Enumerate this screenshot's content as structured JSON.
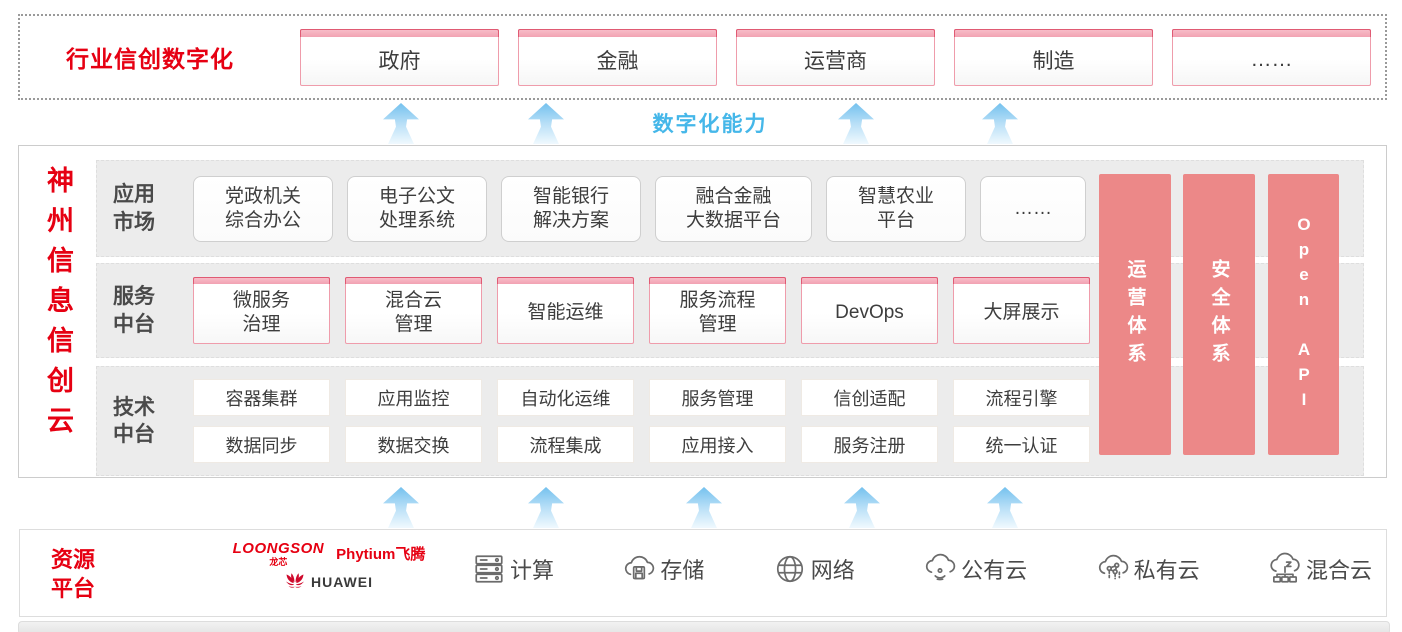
{
  "colors": {
    "brand_red": "#e60012",
    "pillar_pink": "#ec8888",
    "capability_blue": "#45b7e9",
    "arrow_blue": "#74c1ee"
  },
  "top_section": {
    "title": "行业信创数字化",
    "sectors": [
      "政府",
      "金融",
      "运营商",
      "制造",
      "……"
    ]
  },
  "capability": {
    "label": "数字化能力"
  },
  "platform": {
    "title": "神州信息信创云",
    "rows": [
      {
        "label": "应用\n市场",
        "items": [
          "党政机关\n综合办公",
          "电子公文\n处理系统",
          "智能银行\n解决方案",
          "融合金融\n大数据平台",
          "智慧农业\n平台",
          "……"
        ]
      },
      {
        "label": "服务\n中台",
        "items": [
          "微服务\n治理",
          "混合云\n管理",
          "智能运维",
          "服务流程\n管理",
          "DevOps",
          "大屏展示"
        ]
      },
      {
        "label": "技术\n中台",
        "items_top": [
          "容器集群",
          "应用监控",
          "自动化运维",
          "服务管理",
          "信创适配",
          "流程引擎"
        ],
        "items_bottom": [
          "数据同步",
          "数据交换",
          "流程集成",
          "应用接入",
          "服务注册",
          "统一认证"
        ]
      }
    ],
    "pillars": [
      "运营体系",
      "安全体系",
      "Open API"
    ]
  },
  "resource_section": {
    "label": "资源\n平台",
    "vendors": {
      "loongson": "LOONGSON",
      "loongson_cn": "龙芯",
      "phytium": "Phytium飞腾",
      "huawei": "HUAWEI"
    },
    "items": [
      {
        "icon": "compute-icon",
        "label": "计算"
      },
      {
        "icon": "storage-icon",
        "label": "存储"
      },
      {
        "icon": "network-icon",
        "label": "网络"
      },
      {
        "icon": "public-cloud-icon",
        "label": "公有云"
      },
      {
        "icon": "private-cloud-icon",
        "label": "私有云"
      },
      {
        "icon": "hybrid-cloud-icon",
        "label": "混合云"
      }
    ]
  }
}
